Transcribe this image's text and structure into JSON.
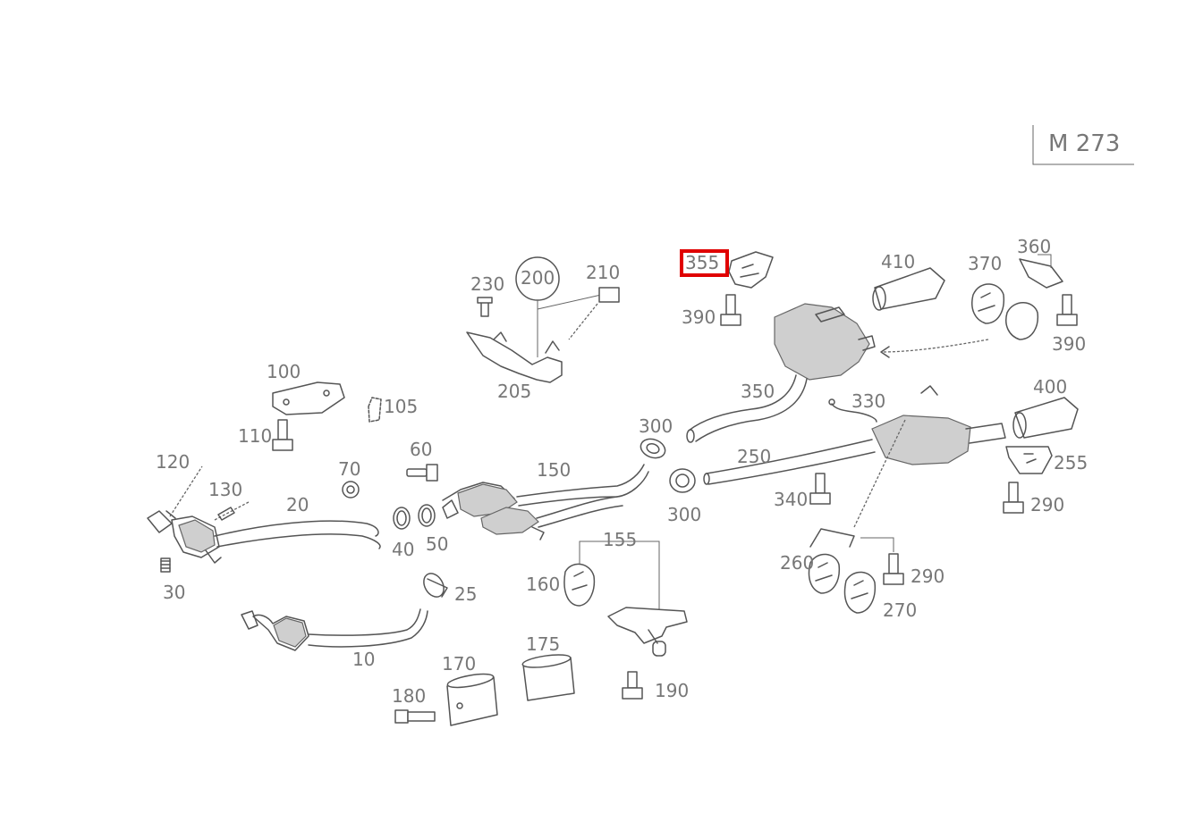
{
  "title_box": {
    "text": "M 273"
  },
  "highlight_color": "#e00000",
  "callouts": {
    "c10": "10",
    "c20": "20",
    "c25": "25",
    "c30": "30",
    "c40": "40",
    "c50": "50",
    "c60": "60",
    "c70": "70",
    "c100": "100",
    "c105": "105",
    "c110": "110",
    "c120": "120",
    "c130": "130",
    "c150": "150",
    "c155": "155",
    "c160": "160",
    "c170": "170",
    "c175": "175",
    "c180": "180",
    "c190": "190",
    "c200": "200",
    "c205": "205",
    "c210": "210",
    "c230": "230",
    "c250": "250",
    "c255": "255",
    "c260": "260",
    "c270": "270",
    "c290a": "290",
    "c290b": "290",
    "c300a": "300",
    "c300b": "300",
    "c330": "330",
    "c340": "340",
    "c350": "350",
    "c355": "355",
    "c360": "360",
    "c370": "370",
    "c390a": "390",
    "c390b": "390",
    "c400": "400",
    "c410": "410"
  }
}
